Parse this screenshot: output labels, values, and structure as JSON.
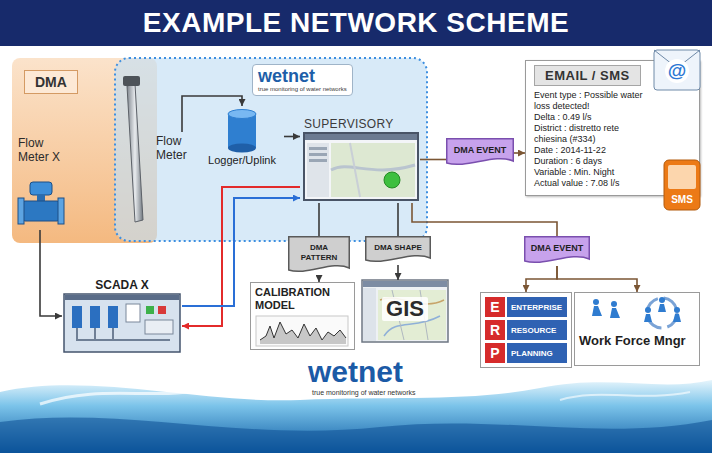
{
  "diagram": {
    "title": "EXAMPLE NETWORK SCHEME",
    "nodes": [
      {
        "text": [
          "DMA"
        ]
      },
      {
        "text": [
          "Flow Meter X"
        ],
        "in": 0
      },
      {
        "text": [
          "wetnet",
          "true monitoring of water networks"
        ]
      },
      {
        "text": [
          "Flow Meter"
        ],
        "in": 2
      },
      {
        "text": [
          "Logger/Uplink"
        ],
        "in": 2
      },
      {
        "text": [
          "SUPERVISORY"
        ],
        "in": 2
      },
      {
        "text": [
          "DMA EVENT"
        ]
      },
      {
        "text": [
          "EMAIL / SMS",
          "Event type : Possible water loss detected!",
          "Delta : 0.49 l/s",
          "District : distretto rete chiesina (#334)",
          "Date : 2014-11-22",
          "Duration : 6 days",
          "Variable : Min. Night",
          "Actual value : 7.08 l/s"
        ]
      },
      {
        "text": [
          "SCADA X"
        ]
      },
      {
        "text": [
          "DMA PATTERN"
        ]
      },
      {
        "text": [
          "CALIBRATION MODEL"
        ]
      },
      {
        "text": [
          "DMA SHAPE"
        ]
      },
      {
        "text": [
          "GIS"
        ]
      },
      {
        "text": [
          "DMA EVENT"
        ]
      },
      {
        "text": [
          "E",
          "ENTERPRISE",
          "R",
          "RESOURCE",
          "P",
          "PLANNING"
        ]
      },
      {
        "text": [
          "Work Force Mngr"
        ]
      }
    ],
    "edges": [
      {
        "from": 1,
        "to": 8,
        "arrow": "to"
      },
      {
        "from": 3,
        "to": 4,
        "arrow": "to"
      },
      {
        "from": 4,
        "to": 5,
        "arrow": "to"
      },
      {
        "from": 5,
        "to": 6,
        "arrow": "none"
      },
      {
        "from": 6,
        "to": 7,
        "arrow": "to"
      },
      {
        "from": 5,
        "to": 8,
        "arrow": "to"
      },
      {
        "from": 8,
        "to": 5,
        "arrow": "to"
      },
      {
        "from": 5,
        "to": 9,
        "arrow": "none"
      },
      {
        "from": 9,
        "to": 10,
        "arrow": "to"
      },
      {
        "from": 5,
        "to": 11,
        "arrow": "none"
      },
      {
        "from": 11,
        "to": 12,
        "arrow": "to"
      },
      {
        "from": 5,
        "to": 13,
        "arrow": "none"
      },
      {
        "from": 13,
        "to": 14,
        "arrow": "to"
      },
      {
        "from": 13,
        "to": 15,
        "arrow": "to"
      }
    ],
    "labels": [
      "@",
      "SMS",
      "wetnet",
      "true monitoring of water networks"
    ]
  }
}
